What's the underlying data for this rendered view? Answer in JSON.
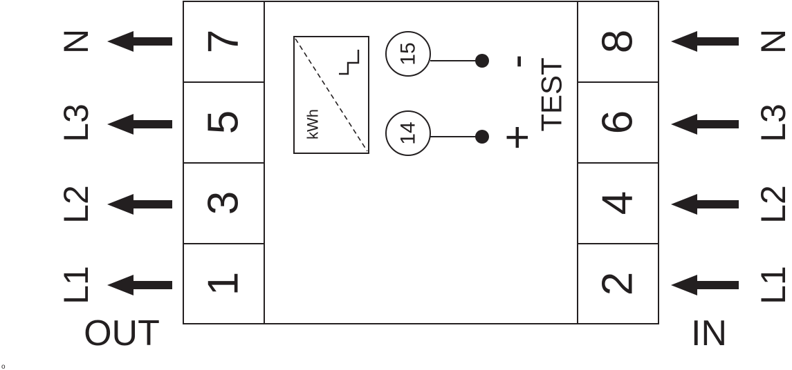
{
  "colors": {
    "ink": "#231f20",
    "background": "#ffffff"
  },
  "meter": {
    "counter_label": "kWh",
    "test_label": "TEST",
    "test_minus": "-",
    "test_plus": "+",
    "pulse_terminals": [
      "15",
      "14"
    ]
  },
  "out_side": {
    "label": "OUT",
    "terminals": [
      "7",
      "5",
      "3",
      "1"
    ],
    "phases": [
      "N",
      "L3",
      "L2",
      "L1"
    ]
  },
  "in_side": {
    "label": "IN",
    "terminals": [
      "8",
      "6",
      "4",
      "2"
    ],
    "phases": [
      "N",
      "L3",
      "L2",
      "L1"
    ]
  },
  "footnote": "o"
}
